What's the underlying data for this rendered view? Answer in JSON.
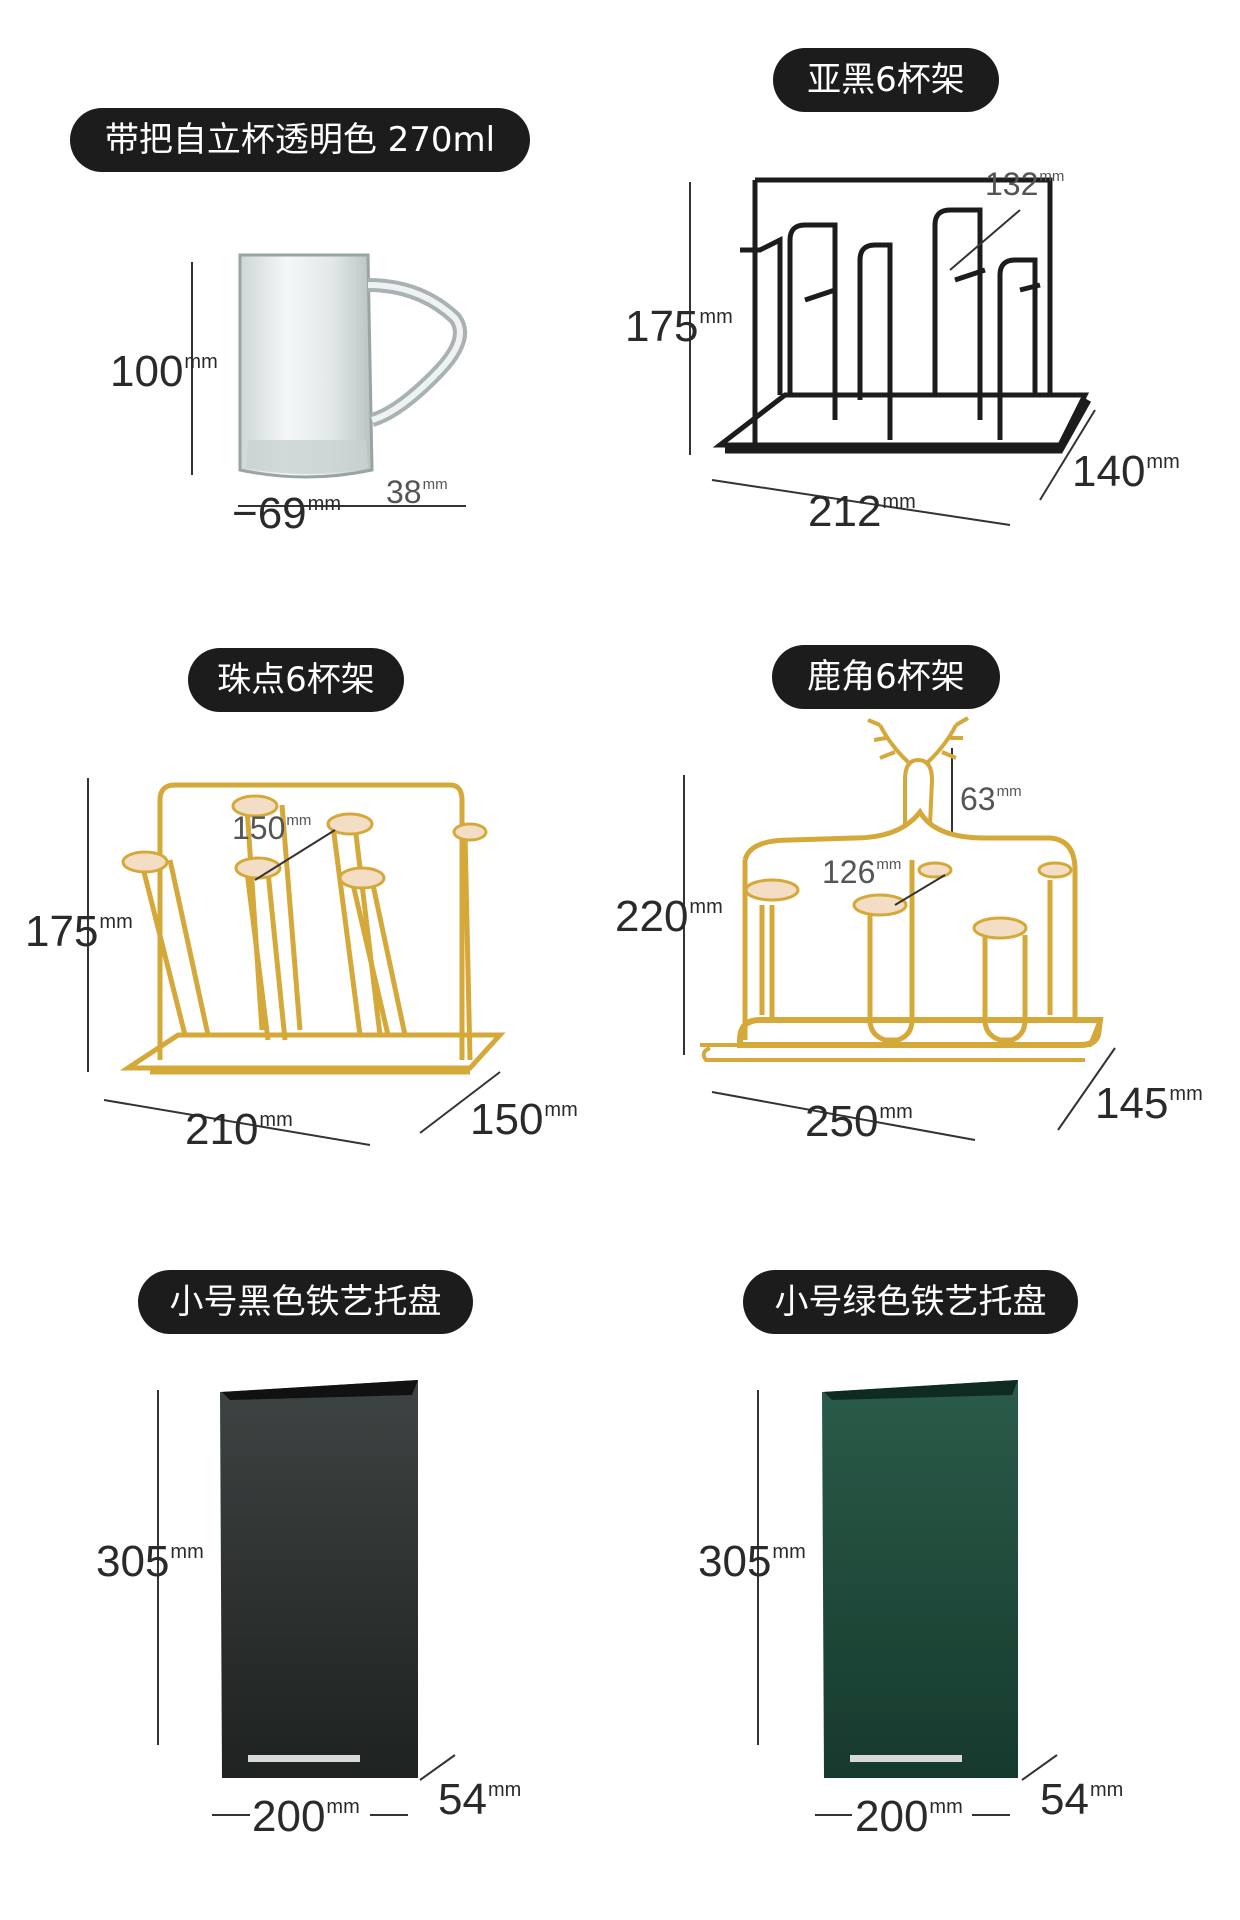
{
  "unit": "mm",
  "products": {
    "cup": {
      "title": "带把自立杯透明色 270ml",
      "height": "100",
      "width": "69",
      "handle": "38"
    },
    "black_rack": {
      "title": "亚黑6杯架",
      "height": "175",
      "width": "212",
      "depth": "140",
      "spacing": "132"
    },
    "dot_rack": {
      "title": "珠点6杯架",
      "height": "175",
      "width": "210",
      "depth": "150",
      "spacing": "150"
    },
    "deer_rack": {
      "title": "鹿角6杯架",
      "height": "220",
      "width": "250",
      "depth": "145",
      "spacing": "126",
      "top": "63"
    },
    "black_tray": {
      "title": "小号黑色铁艺托盘",
      "height": "305",
      "width": "200",
      "depth": "54"
    },
    "green_tray": {
      "title": "小号绿色铁艺托盘",
      "height": "305",
      "width": "200",
      "depth": "54"
    }
  },
  "colors": {
    "black": "#1c1c1c",
    "gold": "#d4a93a",
    "tray_black": "#2b2f2e",
    "tray_green": "#1f4a3a"
  }
}
